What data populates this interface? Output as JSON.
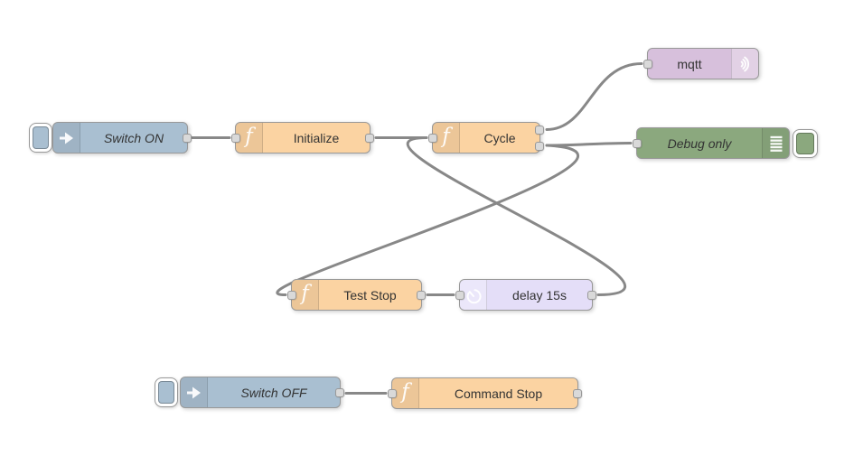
{
  "canvas": {
    "background_color": "#ffffff",
    "wire_color": "#888888",
    "label_color": "#333333"
  },
  "glyphs": {
    "function_f": "f"
  },
  "nodes": {
    "switch_on": {
      "label": "Switch ON",
      "type": "inject",
      "color": "#a9bfd1",
      "icon": "inject-arrow-icon",
      "has_button": true
    },
    "initialize": {
      "label": "Initialize",
      "type": "function",
      "color": "#fbd3a2",
      "icon": "function-f-icon"
    },
    "cycle": {
      "label": "Cycle",
      "type": "function",
      "color": "#fbd3a2",
      "icon": "function-f-icon",
      "outputs": 2
    },
    "mqtt": {
      "label": "mqtt",
      "type": "mqtt-out",
      "color": "#d7c0dc",
      "icon": "broadcast-waves-icon"
    },
    "debug_only": {
      "label": "Debug only",
      "type": "debug",
      "color": "#8ba87e",
      "icon": "debug-list-icon",
      "has_button": true
    },
    "test_stop": {
      "label": "Test Stop",
      "type": "function",
      "color": "#fbd3a2",
      "icon": "function-f-icon"
    },
    "delay_15s": {
      "label": "delay 15s",
      "type": "delay",
      "color": "#e4def8",
      "icon": "timer-icon"
    },
    "switch_off": {
      "label": "Switch OFF",
      "type": "inject",
      "color": "#a9bfd1",
      "icon": "inject-arrow-icon",
      "has_button": true
    },
    "command_stop": {
      "label": "Command Stop",
      "type": "function",
      "color": "#fbd3a2",
      "icon": "function-f-icon"
    }
  },
  "wires": [
    {
      "from": "switch_on",
      "to": "initialize"
    },
    {
      "from": "initialize",
      "to": "cycle"
    },
    {
      "from": "cycle",
      "from_port": 1,
      "to": "mqtt"
    },
    {
      "from": "cycle",
      "from_port": 2,
      "to": "debug_only"
    },
    {
      "from": "cycle",
      "from_port": 2,
      "to": "test_stop"
    },
    {
      "from": "test_stop",
      "to": "delay_15s"
    },
    {
      "from": "delay_15s",
      "to": "cycle"
    },
    {
      "from": "switch_off",
      "to": "command_stop"
    }
  ]
}
